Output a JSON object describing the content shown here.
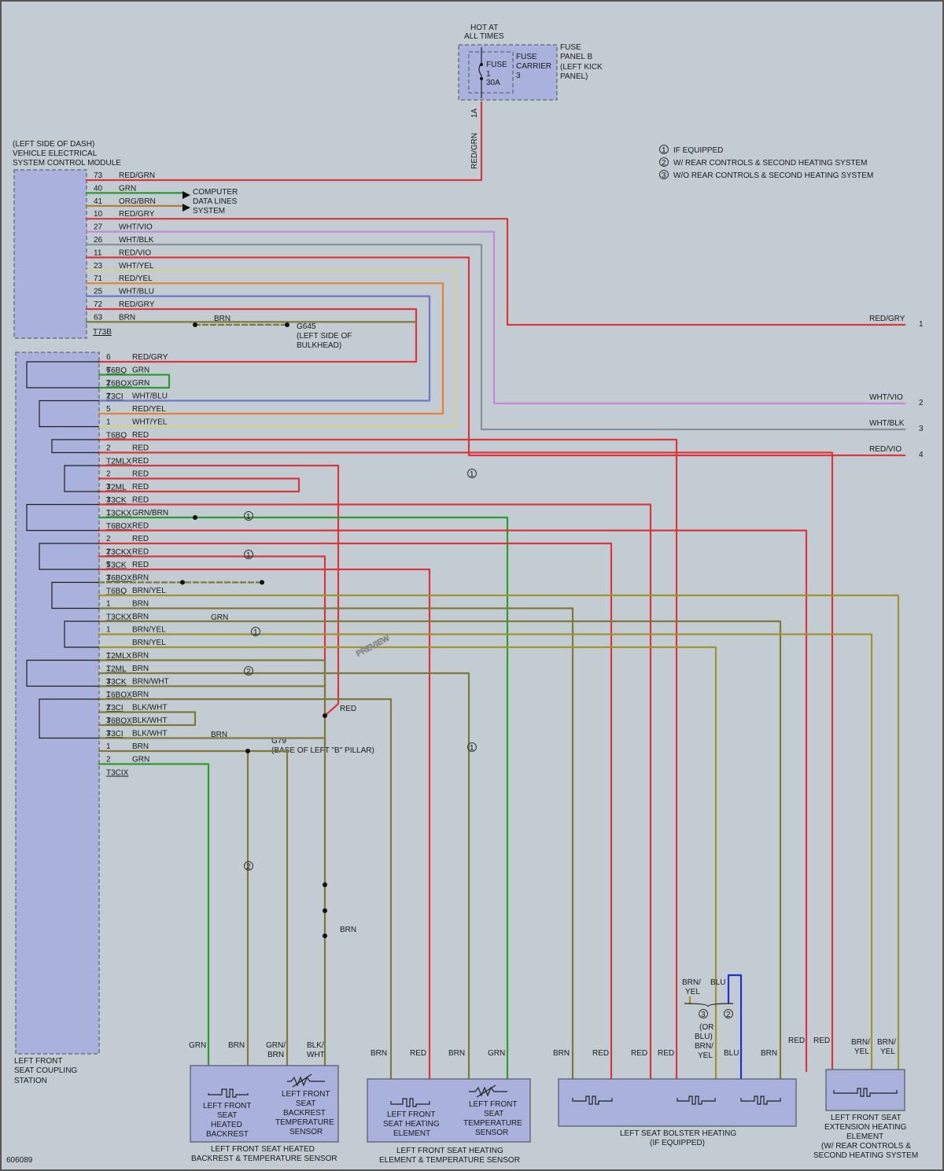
{
  "colors": {
    "RED": "#d9363e",
    "BRN": "#7d7a3c",
    "GRN": "#2f9a2f",
    "BLU": "#1f2fd0",
    "WHT_VIO": "#c888d8",
    "WHT_BLK": "#8a9098",
    "WHT_YEL": "#d4d08a",
    "WHT_BLU": "#7276c8",
    "RED_YEL": "#e8822e",
    "BRN_YEL": "#9d9432",
    "ORG_BRN": "#b8762c",
    "RED_GRN": "#d9363e",
    "RED_GRY": "#d9363e",
    "RED_VIO": "#d9363e"
  },
  "top_fuse": {
    "hot": [
      "HOT AT",
      "ALL TIMES"
    ],
    "fuse_label": [
      "FUSE",
      "1",
      "30A"
    ],
    "carrier": [
      "FUSE",
      "CARRIER",
      "3"
    ],
    "panel": [
      "FUSE",
      "PANEL B",
      "(LEFT KICK",
      "PANEL)"
    ],
    "pin": "1A",
    "wire": "RED/GRN"
  },
  "notes": [
    "IF EQUIPPED",
    "W/ REAR CONTROLS & SECOND HEATING SYSTEM",
    "W/O REAR CONTROLS & SECOND HEATING SYSTEM"
  ],
  "vesm": {
    "label": [
      "(LEFT SIDE OF DASH)",
      "VEHICLE ELECTRICAL",
      "SYSTEM CONTROL MODULE"
    ],
    "connector": "T73B",
    "pins": [
      {
        "pin": "73",
        "wire": "RED/GRN"
      },
      {
        "pin": "40",
        "wire": "GRN"
      },
      {
        "pin": "41",
        "wire": "ORG/BRN"
      },
      {
        "pin": "10",
        "wire": "RED/GRY"
      },
      {
        "pin": "27",
        "wire": "WHT/VIO"
      },
      {
        "pin": "26",
        "wire": "WHT/BLK"
      },
      {
        "pin": "11",
        "wire": "RED/VIO"
      },
      {
        "pin": "23",
        "wire": "WHT/YEL"
      },
      {
        "pin": "71",
        "wire": "RED/YEL"
      },
      {
        "pin": "25",
        "wire": "WHT/BLU"
      },
      {
        "pin": "72",
        "wire": "RED/GRY"
      },
      {
        "pin": "63",
        "wire": "BRN"
      }
    ],
    "computer": [
      "COMPUTER",
      "DATA LINES",
      "SYSTEM"
    ],
    "g645_brn": "BRN",
    "g645": [
      "G645",
      "(LEFT SIDE OF",
      "BULKHEAD)"
    ]
  },
  "station": {
    "label": [
      "LEFT FRONT",
      "SEAT COUPLING",
      "STATION"
    ],
    "pins": [
      {
        "pin": "6",
        "wire": "RED/GRY",
        "conn": "T6BQ"
      },
      {
        "pin": "6",
        "wire": "GRN",
        "conn": "T6BOX"
      },
      {
        "pin": "2",
        "wire": "GRN",
        "conn": "T3CI"
      },
      {
        "pin": "2",
        "wire": "WHT/BLU",
        "conn": ""
      },
      {
        "pin": "5",
        "wire": "RED/YEL",
        "conn": ""
      },
      {
        "pin": "1",
        "wire": "WHT/YEL",
        "conn": "T6BQ"
      },
      {
        "pin": "",
        "wire": "RED",
        "conn": ""
      },
      {
        "pin": "2",
        "wire": "RED",
        "conn": "T2MLX"
      },
      {
        "pin": "",
        "wire": "RED",
        "conn": ""
      },
      {
        "pin": "2",
        "wire": "RED",
        "conn": "T2ML"
      },
      {
        "pin": "3",
        "wire": "RED",
        "conn": "T3CK"
      },
      {
        "pin": "3",
        "wire": "RED",
        "conn": "T3CKX"
      },
      {
        "pin": "1",
        "wire": "GRN/BRN",
        "conn": "T6BOX"
      },
      {
        "pin": "",
        "wire": "RED",
        "conn": ""
      },
      {
        "pin": "2",
        "wire": "RED",
        "conn": "T3CKX"
      },
      {
        "pin": "2",
        "wire": "RED",
        "conn": "T3CK"
      },
      {
        "pin": "5",
        "wire": "RED",
        "conn": "T6BOX"
      },
      {
        "pin": "3",
        "wire": "BRN",
        "conn": "T6BQ"
      },
      {
        "pin": "",
        "wire": "BRN/YEL",
        "conn": ""
      },
      {
        "pin": "1",
        "wire": "BRN",
        "conn": "T3CKX"
      },
      {
        "pin": "",
        "wire": "BRN",
        "conn": ""
      },
      {
        "pin": "1",
        "wire": "BRN/YEL",
        "conn": ""
      },
      {
        "pin": "",
        "wire": "BRN/YEL",
        "conn": "T2MLX"
      },
      {
        "pin": "1",
        "wire": "BRN",
        "conn": "T2ML"
      },
      {
        "pin": "1",
        "wire": "BRN",
        "conn": "T3CK"
      },
      {
        "pin": "3",
        "wire": "BRN/WHT",
        "conn": "T6BOX"
      },
      {
        "pin": "1",
        "wire": "BRN",
        "conn": "T3CI"
      },
      {
        "pin": "2",
        "wire": "BLK/WHT",
        "conn": "T6BOX"
      },
      {
        "pin": "3",
        "wire": "BLK/WHT",
        "conn": "T3CI"
      },
      {
        "pin": "3",
        "wire": "BLK/WHT",
        "conn": ""
      },
      {
        "pin": "1",
        "wire": "BRN",
        "conn": ""
      },
      {
        "pin": "2",
        "wire": "GRN",
        "conn": "T3CIX"
      }
    ],
    "g79_brn": "BRN",
    "g79": [
      "G79",
      "(BASE OF LEFT \"B\" PILLAR)"
    ]
  },
  "right_outputs": [
    {
      "wire": "RED/GRY",
      "num": "1"
    },
    {
      "wire": "WHT/VIO",
      "num": "2"
    },
    {
      "wire": "WHT/BLK",
      "num": "3"
    },
    {
      "wire": "RED/VIO",
      "num": "4"
    }
  ],
  "inline": {
    "grn": "GRN",
    "red": "RED",
    "brn": "BRN",
    "n1": "1",
    "n2": "2",
    "n3": "3",
    "brn_yel": [
      "BRN/",
      "YEL"
    ],
    "or_blu": [
      "(OR",
      "BLU)",
      "BRN/",
      "YEL"
    ],
    "blu": "BLU"
  },
  "components": {
    "backrest": {
      "wires": [
        "GRN",
        "BRN",
        "GRN/\nBRN",
        "BLK/\nWHT"
      ],
      "element": [
        "LEFT FRONT",
        "SEAT",
        "HEATED",
        "BACKREST"
      ],
      "sensor": [
        "LEFT FRONT",
        "SEAT",
        "BACKREST",
        "TEMPERATURE",
        "SENSOR"
      ],
      "caption": [
        "LEFT FRONT SEAT HEATED",
        "BACKREST & TEMPERATURE SENSOR"
      ]
    },
    "cushion": {
      "wires": [
        "BRN",
        "RED",
        "BRN",
        "GRN"
      ],
      "element": [
        "LEFT FRONT",
        "SEAT HEATING",
        "ELEMENT"
      ],
      "sensor": [
        "LEFT FRONT",
        "SEAT",
        "TEMPERATURE",
        "SENSOR"
      ],
      "caption": [
        "LEFT FRONT SEAT HEATING",
        "ELEMENT & TEMPERATURE SENSOR"
      ]
    },
    "bolster": {
      "wires": [
        "BRN",
        "RED",
        "RED",
        "RED",
        "BLU",
        "BRN"
      ],
      "caption": [
        "LEFT SEAT BOLSTER HEATING",
        "(IF EQUIPPED)"
      ]
    },
    "extension": {
      "wires": [
        "RED",
        "RED",
        "BRN/\nYEL",
        "BRN/\nYEL"
      ],
      "caption": [
        "LEFT FRONT SEAT",
        "EXTENSION HEATING",
        "ELEMENT",
        "(W/ REAR CONTROLS &",
        "SECOND HEATING SYSTEM"
      ]
    }
  },
  "footer_id": "606089",
  "watermark": "PREVIEW"
}
